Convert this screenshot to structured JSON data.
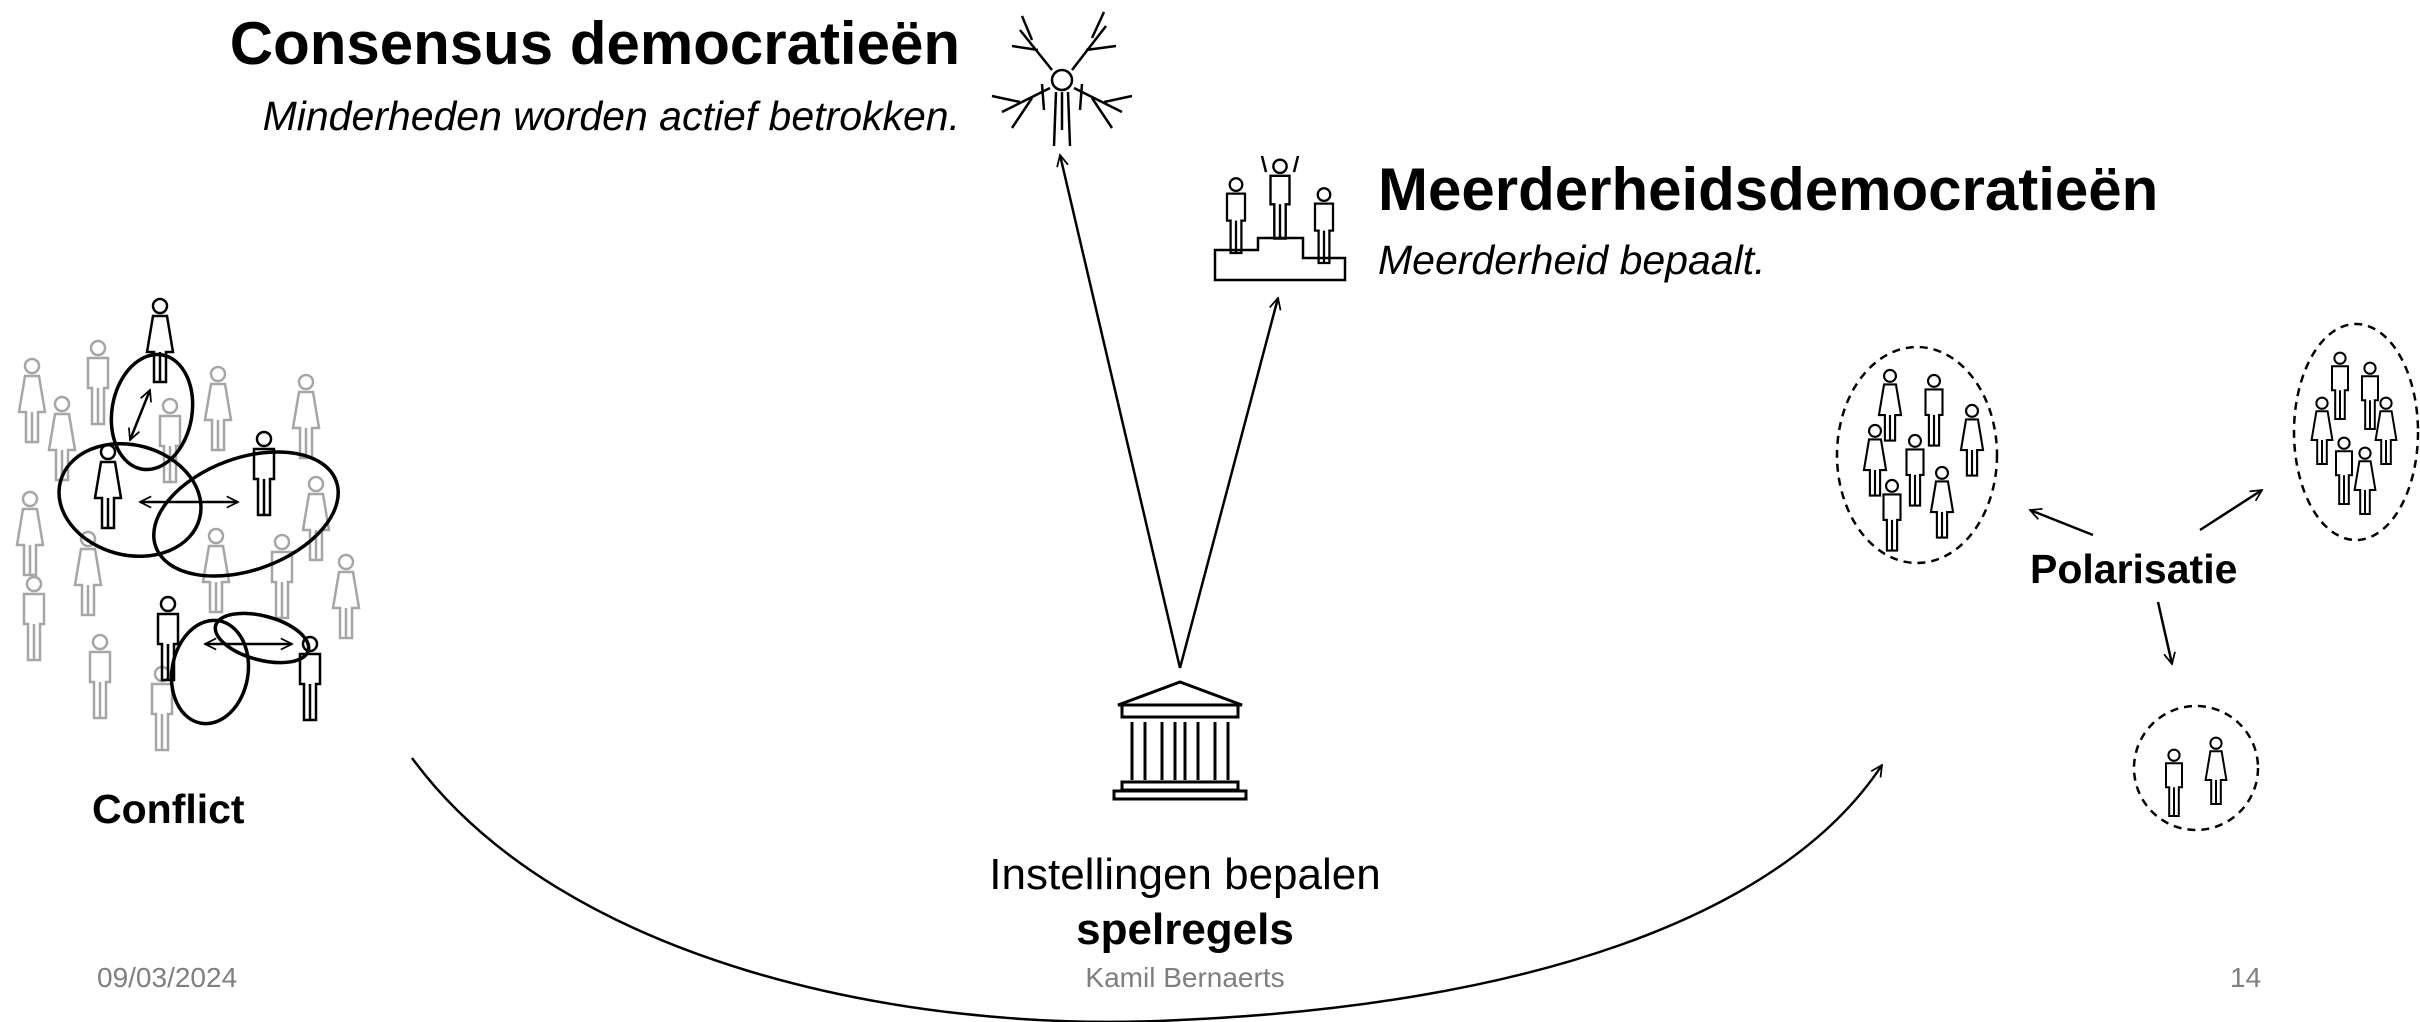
{
  "consensus": {
    "title": "Consensus democratieën",
    "subtitle": "Minderheden worden actief betrokken."
  },
  "majority": {
    "title": "Meerderheidsdemocratieën",
    "subtitle": "Meerderheid bepaalt."
  },
  "conflict_label": "Conflict",
  "polarisation_label": "Polarisatie",
  "institutions": {
    "line1": "Instellingen bepalen",
    "line2": "spelregels"
  },
  "footer": {
    "date": "09/03/2024",
    "author": "Kamil Bernaerts",
    "page": "14"
  },
  "icons": [
    "hands-icon",
    "podium-icon",
    "building-icon",
    "crowd-icon",
    "group-icon"
  ],
  "colors": {
    "ink": "#000000",
    "crowd_gray": "#a6a6a6",
    "footer_gray": "#7f7f7f"
  }
}
